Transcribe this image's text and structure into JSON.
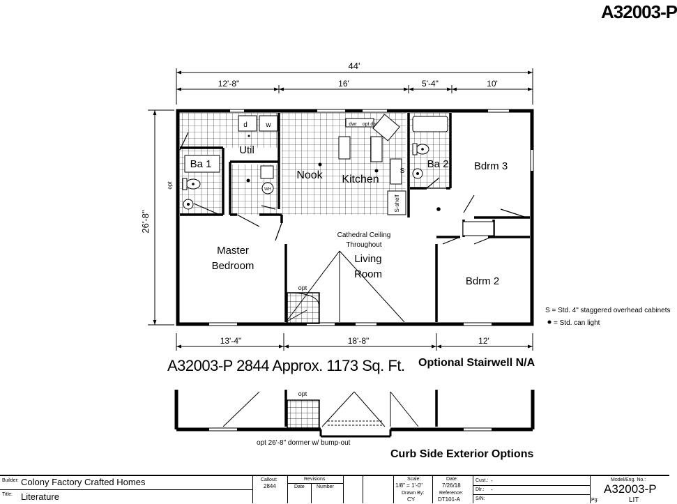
{
  "sheet_id": "A32003-P",
  "dimensions": {
    "overall": "44'",
    "top": [
      "12'-8\"",
      "16'",
      "5'-4\"",
      "10'"
    ],
    "left": "26'-8\"",
    "bottom": [
      "13'-4\"",
      "18'-8\"",
      "12'"
    ]
  },
  "rooms": {
    "bath1": "Ba 1",
    "util": "Util",
    "nook": "Nook",
    "kitchen": "Kitchen",
    "bath2": "Ba 2",
    "bedroom3": "Bdrm 3",
    "bedroom2": "Bdrm 2",
    "master_line1": "Master",
    "master_line2": "Bedroom",
    "living_line1": "Living",
    "living_line2": "Room",
    "cathedral_line1": "Cathedral Ceiling",
    "cathedral_line2": "Throughout"
  },
  "fixtures": {
    "dryer": "d",
    "washer": "w",
    "dw": "dwr",
    "opt_dw": "opt dw",
    "s_cabinet": "S",
    "s_shelf": "S-shelf",
    "opt_side": "opt",
    "opt_stair": "opt",
    "opt_lower": "opt",
    "wh": "WH"
  },
  "legend": {
    "s": "S = Std. 4\" staggered overhead cabinets",
    "light": "= Std. can light"
  },
  "plan_title": "A32003-P 2844  Approx. 1173 Sq. Ft.",
  "optional_stairwell": "Optional Stairwell N/A",
  "dormer_note": "opt 26'-8\" dormer w/ bump-out",
  "curb_side": "Curb Side Exterior Options",
  "title_block": {
    "builder_label": "Builder:",
    "builder": "Colony Factory Crafted Homes",
    "title_label": "Title:",
    "title": "Literature",
    "callout_label": "Callout:",
    "callout": "2844",
    "revisions_label": "Revisions",
    "date_col": "Date",
    "number_col": "Number",
    "scale_label": "Scale:",
    "scale": "1/8\" = 1'-0\"",
    "drawn_label": "Drawn By:",
    "drawn": "CY",
    "date_label": "Date:",
    "date": "7/26/18",
    "reference_label": "Reference:",
    "reference": "DT101-A",
    "cust_label": "Cust.:",
    "cust": "-",
    "dlr_label": "Dlr.:",
    "dlr": "-",
    "sn_label": "S/N:",
    "model_label": "Model/Eng. No.:",
    "model": "A32003-P",
    "pg_label": "Pg:",
    "pg": "LIT"
  }
}
